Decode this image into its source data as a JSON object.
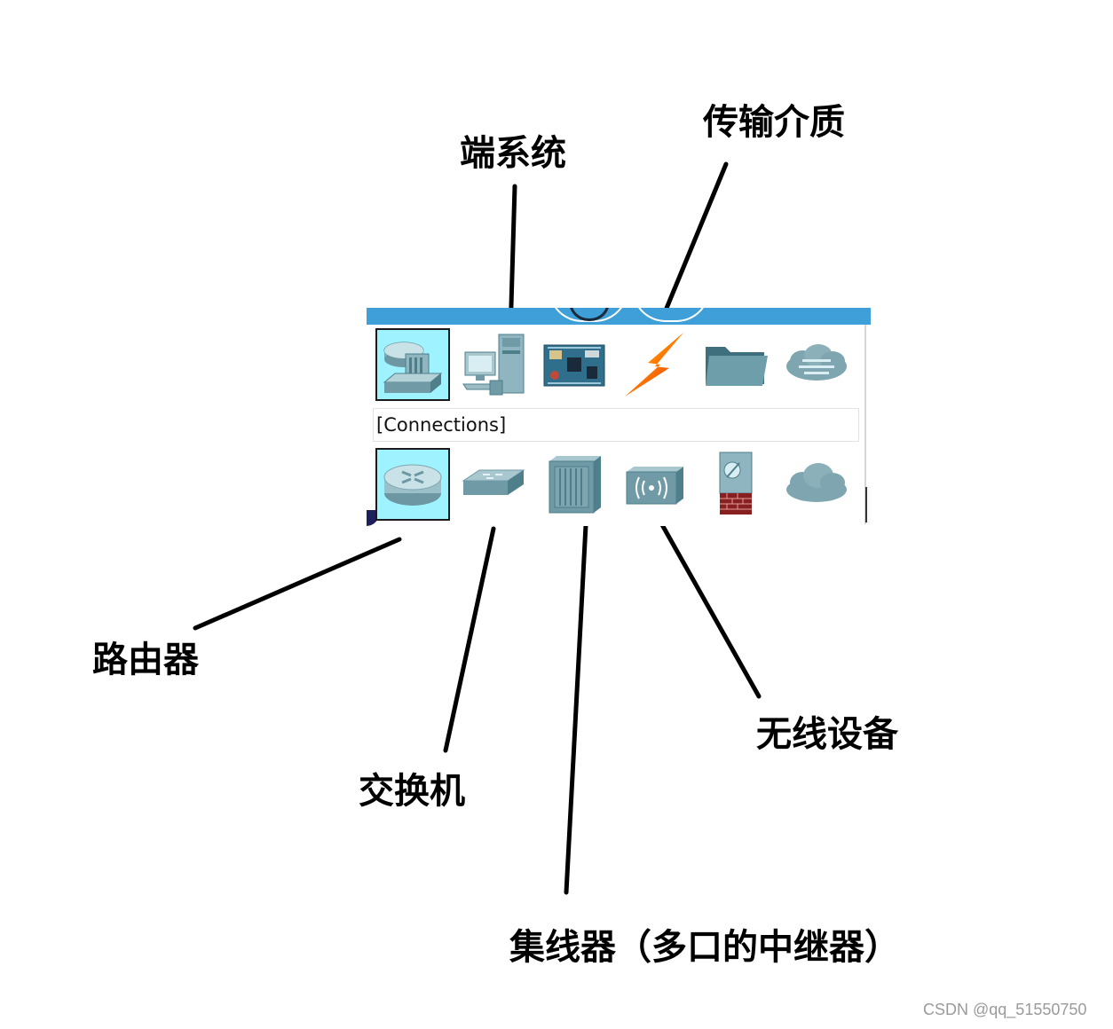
{
  "callouts": {
    "end_system": "端系统",
    "transmission_medium": "传输介质",
    "router": "路由器",
    "switch": "交换机",
    "hub": "集线器（多口的中继器）",
    "wireless": "无线设备"
  },
  "panel": {
    "connections_label": "[Connections]",
    "accent_color": "#3f9fd8",
    "selected_color": "#9ff2ff",
    "row1_icons": [
      "network-devices-icon",
      "end-devices-icon",
      "components-icon",
      "connections-icon",
      "misc-folder-icon",
      "multiuser-cloud-icon"
    ],
    "row2_icons": [
      "router-icon",
      "switch-icon",
      "hub-icon",
      "wireless-device-icon",
      "security-firewall-icon",
      "wan-emulation-cloud-icon"
    ]
  },
  "watermark": "CSDN @qq_51550750"
}
